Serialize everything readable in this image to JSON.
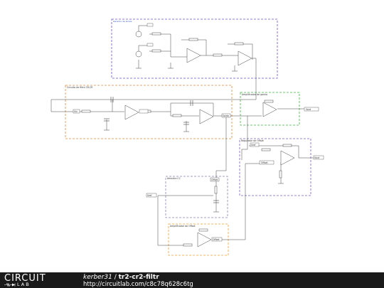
{
  "blocks": {
    "generator": "Gerador de sinais",
    "cr_filter": "Circuito de filtro CR-CR",
    "amp": "Amplificador de ganho",
    "regulator": "Regulador de Offset",
    "sampler": "Amostra CC",
    "buffer": "Amplificador do Offset"
  },
  "labels": {
    "in": "Vin",
    "out": "Saida",
    "offset": "Offset",
    "vout": "Vout",
    "ref": "Vref"
  },
  "footer": {
    "logo_top": "CIRCUIT",
    "logo_bottom": "LAB",
    "author": "kerber31",
    "separator": " / ",
    "title": "tr2-cr2-filtr",
    "url": "http://circuitlab.com/c8c78q628c6tg"
  },
  "colors": {
    "gen_box": "#6b4fd8",
    "filter_box": "#e08a3c",
    "amp_box": "#3db83d",
    "reg_box": "#7a5cc7",
    "sample_box": "#8a7fb8",
    "buffer_box": "#f0a030",
    "footer_bg": "#1a1a1a"
  }
}
